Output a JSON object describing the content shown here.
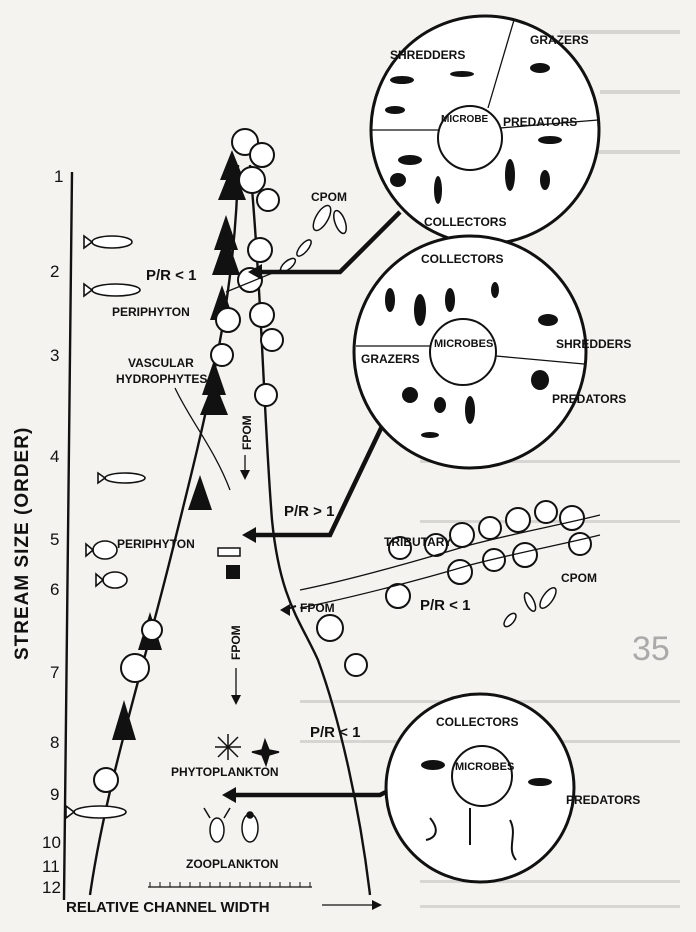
{
  "axis": {
    "title": "STREAM SIZE (ORDER)",
    "ticks": [
      "1",
      "2",
      "3",
      "4",
      "5",
      "6",
      "7",
      "8",
      "9",
      "10",
      "11",
      "12"
    ],
    "xlabel": "RELATIVE CHANNEL WIDTH"
  },
  "labels": {
    "cpom_top": "CPOM",
    "pr_top": "P/R < 1",
    "periphyton_top": "PERIPHYTON",
    "vascular": "VASCULAR",
    "hydrophytes": "HYDROPHYTES",
    "fpom_mid": "FPOM",
    "pr_mid": "P/R > 1",
    "periphyton_mid": "PERIPHYTON",
    "tributary": "TRIBUTARY",
    "fpom_trib": "FPOM",
    "pr_trib": "P/R < 1",
    "cpom_trib": "CPOM",
    "fpom_low": "FPOM",
    "pr_low": "P/R < 1",
    "phytoplankton": "PHYTOPLANKTON",
    "zooplankton": "ZOOPLANKTON"
  },
  "circles": {
    "top": {
      "shredders": "SHREDDERS",
      "grazers": "GRAZERS",
      "microbe": "MICROBE",
      "predators": "PREDATORS",
      "collectors": "COLLECTORS"
    },
    "mid": {
      "collectors": "COLLECTORS",
      "microbes": "MICROBES",
      "grazers": "GRAZERS",
      "shredders": "SHREDDERS",
      "predators": "PREDATORS"
    },
    "low": {
      "collectors": "COLLECTORS",
      "microbes": "MICROBES",
      "predators": "PREDATORS"
    }
  },
  "margin_note": "35"
}
